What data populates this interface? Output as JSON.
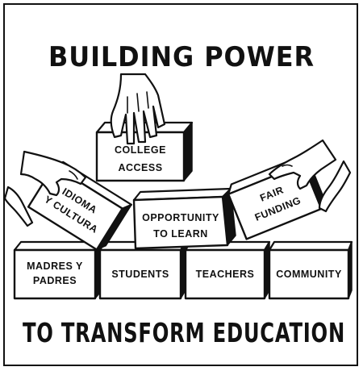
{
  "title_top": "BUILDING POWER",
  "title_bottom": "TO TRANSFORM EDUCATION",
  "bricks": {
    "college_access": [
      "COLLEGE",
      "ACCESS"
    ],
    "idioma_y_cultura": [
      "IDIOMA",
      "Y CULTURA"
    ],
    "opportunity_to_learn": [
      "OPPORTUNITY",
      "TO LEARN"
    ],
    "fair_funding": [
      "FAIR",
      "FUNDING"
    ],
    "madres_y_padres": [
      "MADRES Y",
      "PADRES"
    ],
    "students": [
      "STUDENTS"
    ],
    "teachers": [
      "TEACHERS"
    ],
    "community": [
      "COMMUNITY"
    ]
  }
}
